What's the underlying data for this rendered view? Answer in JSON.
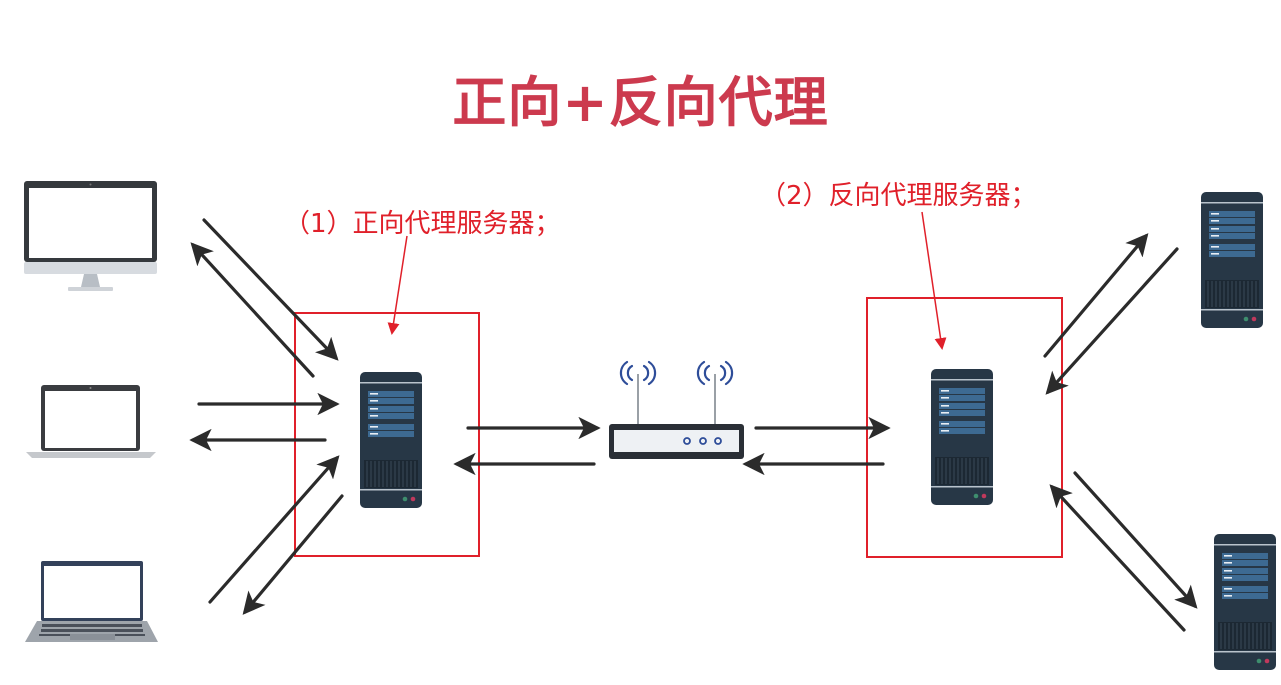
{
  "title": "正向+反向代理",
  "labels": {
    "forward_proxy": "（1）正向代理服务器；",
    "reverse_proxy": "（2）反向代理服务器；"
  },
  "nodes": {
    "clients": [
      "desktop-monitor",
      "laptop",
      "laptop-with-keyboard"
    ],
    "forward_proxy_server": "server-tower",
    "internet": "wireless-router",
    "reverse_proxy_server": "server-tower",
    "backend_servers": [
      "server-tower",
      "server-tower"
    ]
  },
  "colors": {
    "title": "#cc3a4e",
    "annotation": "#e0202a",
    "arrow": "#2b2b2b",
    "server_body": "#273746",
    "server_panel": "#3d6a92",
    "router_blue": "#2e4d99"
  }
}
